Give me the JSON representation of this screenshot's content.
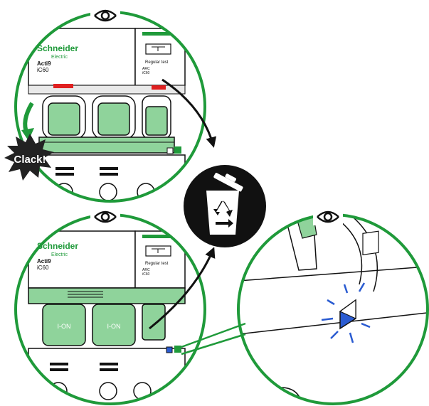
{
  "brand": {
    "name": "Schneider",
    "sub": "Electric",
    "product": "Acti9",
    "model": "iC60"
  },
  "arc_module": {
    "test_label": "Regular test",
    "arc_label": "ARC",
    "arc_model": "iC60"
  },
  "breaker": {
    "on_label": "I-ON"
  },
  "callout": {
    "clack": "Clack!"
  },
  "icons": [
    "eye-icon",
    "recycle-bin-icon",
    "arrow-icon",
    "blink-led-icon"
  ],
  "colors": {
    "green_accent": "#1f9a3a",
    "handle_green": "#8fd39b",
    "led_blue": "#2a5bd1",
    "indicator_red": "#e02020",
    "dark": "#111111"
  }
}
